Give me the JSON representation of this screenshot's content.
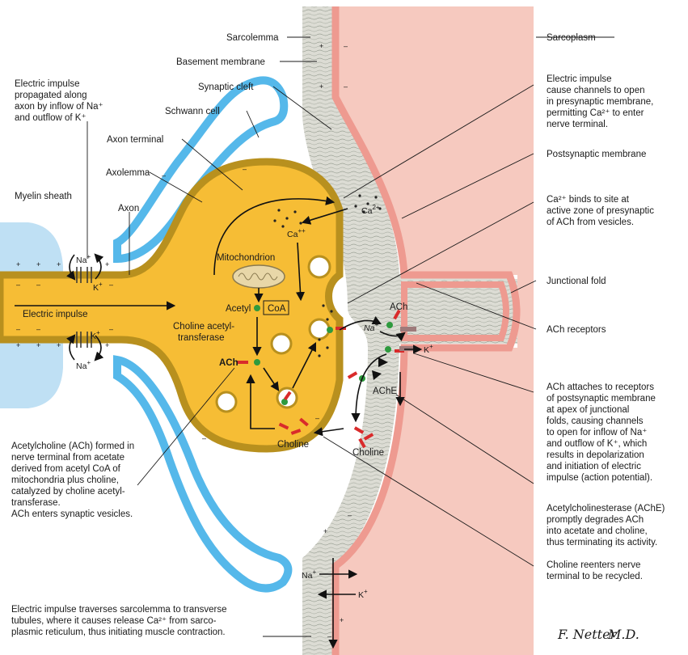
{
  "colors": {
    "sarcoplasm": "#f6c9bf",
    "sarcolemma": "#ee9a90",
    "cleft": "#dcdcd4",
    "axoplasm": "#f6bd35",
    "axolemma": "#b8901e",
    "schwann": "#55b8ea",
    "myelin": "#bfe0f4",
    "ach_marker": "#d92b2b",
    "receptor": "#9e7a7a",
    "green": "#2e9a3e"
  },
  "labels": {
    "sarcolemma": "Sarcolemma",
    "basement_membrane": "Basement membrane",
    "synaptic_cleft": "Synaptic cleft",
    "schwann_cell": "Schwann cell",
    "axon_terminal": "Axon terminal",
    "axolemma": "Axolemma",
    "axon": "Axon",
    "myelin_sheath": "Myelin sheath",
    "mitochondrion": "Mitochondrion",
    "acetyl": "Acetyl",
    "coa": "CoA",
    "choline_acetyltransferase_1": "Choline acetyl-",
    "choline_acetyltransferase_2": "transferase",
    "ach": "ACh",
    "ache": "AChE",
    "choline": "Choline",
    "choline_cleft": "Choline",
    "electric_impulse": "Electric impulse",
    "sarcoplasm": "Sarcoplasm",
    "postsynaptic_membrane": "Postsynaptic membrane",
    "junctional_fold": "Junctional fold",
    "ach_receptors": "ACh receptors",
    "ca_base": "Ca",
    "ca_sup_2plus": "2+",
    "ca_sup_plusplus": "++",
    "na_base": "Na",
    "k_base": "K",
    "plus_sup": "+"
  },
  "notes": {
    "impulse_axon": [
      "Electric impulse",
      "propagated along",
      "axon by inflow of Na⁺",
      "and outflow of K⁺"
    ],
    "ca_channels": [
      "Electric impulse",
      "cause channels to open",
      "in presynaptic membrane,",
      "permitting Ca²⁺ to enter",
      "nerve terminal."
    ],
    "ca_binds": [
      "Ca²⁺ binds to site at",
      "active zone of presynaptic",
      "of ACh from vesicles."
    ],
    "ach_attaches": [
      "ACh attaches to receptors",
      "of postsynaptic membrane",
      "at apex of junctional",
      "folds, causing channels",
      "to open for inflow of Na⁺",
      "and outflow of K⁺, which",
      "results in depolarization",
      "and initiation of electric",
      "impulse (action potential)."
    ],
    "ache_degrades": [
      "Acetylcholinesterase (AChE)",
      "promptly degrades ACh",
      "into acetate and choline,",
      "thus terminating its activity."
    ],
    "choline_reenters": [
      "Choline reenters nerve",
      "terminal to be recycled."
    ],
    "ach_formed": [
      "Acetylcholine (ACh) formed in",
      "nerve terminal from acetate",
      "derived from acetyl CoA of",
      "mitochondria plus choline,",
      "catalyzed by choline acetyl-",
      "transferase.",
      "ACh enters synaptic vesicles."
    ],
    "sarcolemma_impulse": [
      "Electric impulse traverses sarcolemma to transverse",
      "tubules, where it causes release Ca²⁺ from sarco-",
      "plasmic reticulum, thus initiating muscle contraction."
    ]
  },
  "signature": {
    "name": "F. Netter",
    "suffix": "M.D."
  }
}
